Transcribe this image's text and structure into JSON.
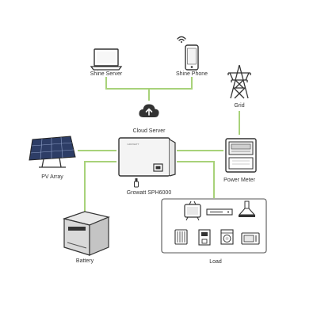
{
  "colors": {
    "wire": "#a8d27a",
    "outline": "#333333",
    "inverter_body": "#f4f4f4",
    "panel_blue": "#2d3d66",
    "battery_body": "#d9d9d9"
  },
  "icons": {
    "shine_server": "laptop-icon",
    "shine_phone": "smartphone-icon",
    "cloud_server": "cloud-upload-icon",
    "grid": "power-tower-icon",
    "pv_array": "solar-panel-icon",
    "inverter": "inverter-icon",
    "power_meter": "power-meter-icon",
    "battery": "battery-icon",
    "load_items": [
      "tv-icon",
      "dvd-player-icon",
      "range-hood-icon",
      "radiator-icon",
      "coffee-machine-icon",
      "washing-machine-icon",
      "microwave-icon"
    ]
  },
  "labels": {
    "shine_server": "Shine Server",
    "shine_phone": "Shine Phone",
    "cloud_server": "Cloud Server",
    "grid": "Grid",
    "pv_array": "PV Array",
    "inverter": "Growatt SPH6000",
    "power_meter": "Power Meter",
    "battery": "Battery",
    "load": "Load",
    "inverter_brand": "GROWATT"
  }
}
